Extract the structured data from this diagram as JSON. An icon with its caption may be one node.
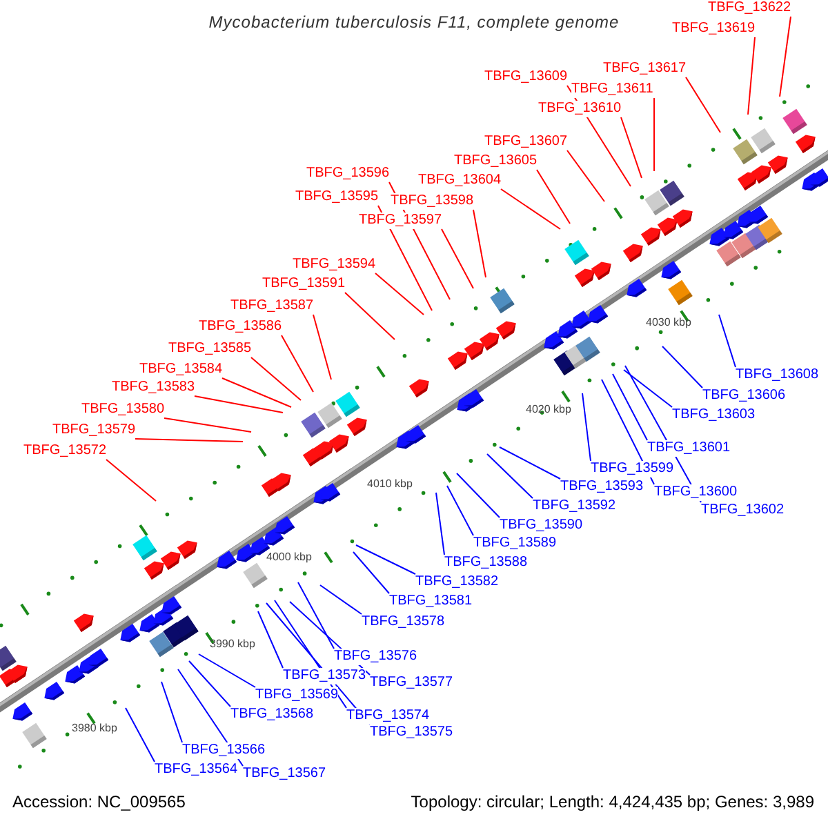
{
  "diagram": {
    "title": "Mycobacterium tuberculosis F11, complete genome",
    "nodes": [
      {
        "text": [
          "TBFG_13622"
        ]
      },
      {
        "text": [
          "TBFG_13619"
        ]
      },
      {
        "text": [
          "TBFG_13617"
        ]
      },
      {
        "text": [
          "TBFG_13609"
        ]
      },
      {
        "text": [
          "TBFG_13611"
        ]
      },
      {
        "text": [
          "TBFG_13610"
        ]
      },
      {
        "text": [
          "TBFG_13607"
        ]
      },
      {
        "text": [
          "TBFG_13605"
        ]
      },
      {
        "text": [
          "TBFG_13604"
        ]
      },
      {
        "text": [
          "TBFG_13596"
        ]
      },
      {
        "text": [
          "TBFG_13595"
        ]
      },
      {
        "text": [
          "TBFG_13598"
        ]
      },
      {
        "text": [
          "TBFG_13597"
        ]
      },
      {
        "text": [
          "TBFG_13594"
        ]
      },
      {
        "text": [
          "TBFG_13591"
        ]
      },
      {
        "text": [
          "TBFG_13587"
        ]
      },
      {
        "text": [
          "TBFG_13586"
        ]
      },
      {
        "text": [
          "TBFG_13585"
        ]
      },
      {
        "text": [
          "TBFG_13584"
        ]
      },
      {
        "text": [
          "TBFG_13583"
        ]
      },
      {
        "text": [
          "TBFG_13580"
        ]
      },
      {
        "text": [
          "TBFG_13579"
        ]
      },
      {
        "text": [
          "TBFG_13572"
        ]
      },
      {
        "text": [
          "TBFG_13608"
        ]
      },
      {
        "text": [
          "TBFG_13606"
        ]
      },
      {
        "text": [
          "TBFG_13603"
        ]
      },
      {
        "text": [
          "TBFG_13601"
        ]
      },
      {
        "text": [
          "TBFG_13599"
        ]
      },
      {
        "text": [
          "TBFG_13593"
        ]
      },
      {
        "text": [
          "TBFG_13600"
        ]
      },
      {
        "text": [
          "TBFG_13592"
        ]
      },
      {
        "text": [
          "TBFG_13602"
        ]
      },
      {
        "text": [
          "TBFG_13590"
        ]
      },
      {
        "text": [
          "TBFG_13589"
        ]
      },
      {
        "text": [
          "TBFG_13588"
        ]
      },
      {
        "text": [
          "TBFG_13582"
        ]
      },
      {
        "text": [
          "TBFG_13581"
        ]
      },
      {
        "text": [
          "TBFG_13578"
        ]
      },
      {
        "text": [
          "TBFG_13576"
        ]
      },
      {
        "text": [
          "TBFG_13577"
        ]
      },
      {
        "text": [
          "TBFG_13573"
        ]
      },
      {
        "text": [
          "TBFG_13569"
        ]
      },
      {
        "text": [
          "TBFG_13574"
        ]
      },
      {
        "text": [
          "TBFG_13568"
        ]
      },
      {
        "text": [
          "TBFG_13575"
        ]
      },
      {
        "text": [
          "TBFG_13566"
        ]
      },
      {
        "text": [
          "TBFG_13564"
        ]
      },
      {
        "text": [
          "TBFG_13567"
        ]
      }
    ],
    "edges": [
      {
        "from": 0,
        "to": null,
        "arrow": "none",
        "color": "#ff0000"
      },
      {
        "from": 1,
        "to": null,
        "arrow": "none",
        "color": "#ff0000"
      },
      {
        "from": 2,
        "to": null,
        "arrow": "none",
        "color": "#ff0000"
      },
      {
        "from": 3,
        "to": null,
        "arrow": "none",
        "color": "#ff0000"
      },
      {
        "from": 4,
        "to": null,
        "arrow": "none",
        "color": "#ff0000"
      },
      {
        "from": 5,
        "to": null,
        "arrow": "none",
        "color": "#ff0000"
      },
      {
        "from": 6,
        "to": null,
        "arrow": "none",
        "color": "#ff0000"
      },
      {
        "from": 7,
        "to": null,
        "arrow": "none",
        "color": "#ff0000"
      },
      {
        "from": 8,
        "to": null,
        "arrow": "none",
        "color": "#ff0000"
      },
      {
        "from": 9,
        "to": null,
        "arrow": "none",
        "color": "#ff0000"
      },
      {
        "from": 10,
        "to": null,
        "arrow": "none",
        "color": "#ff0000"
      },
      {
        "from": 11,
        "to": null,
        "arrow": "none",
        "color": "#ff0000"
      },
      {
        "from": 12,
        "to": null,
        "arrow": "none",
        "color": "#ff0000"
      },
      {
        "from": 13,
        "to": null,
        "arrow": "none",
        "color": "#ff0000"
      },
      {
        "from": 14,
        "to": null,
        "arrow": "none",
        "color": "#ff0000"
      },
      {
        "from": 15,
        "to": null,
        "arrow": "none",
        "color": "#ff0000"
      },
      {
        "from": 16,
        "to": null,
        "arrow": "none",
        "color": "#ff0000"
      },
      {
        "from": 17,
        "to": null,
        "arrow": "none",
        "color": "#ff0000"
      },
      {
        "from": 18,
        "to": null,
        "arrow": "none",
        "color": "#ff0000"
      },
      {
        "from": 19,
        "to": null,
        "arrow": "none",
        "color": "#ff0000"
      },
      {
        "from": 20,
        "to": null,
        "arrow": "none",
        "color": "#ff0000"
      },
      {
        "from": 21,
        "to": null,
        "arrow": "none",
        "color": "#ff0000"
      },
      {
        "from": 22,
        "to": null,
        "arrow": "none",
        "color": "#ff0000"
      },
      {
        "from": 23,
        "to": null,
        "arrow": "none"
      },
      {
        "from": 24,
        "to": null,
        "arrow": "none"
      },
      {
        "from": 25,
        "to": null,
        "arrow": "none"
      },
      {
        "from": 26,
        "to": null,
        "arrow": "none"
      },
      {
        "from": 27,
        "to": null,
        "arrow": "none"
      },
      {
        "from": 28,
        "to": null,
        "arrow": "none"
      },
      {
        "from": 29,
        "to": null,
        "arrow": "none"
      },
      {
        "from": 30,
        "to": null,
        "arrow": "none"
      },
      {
        "from": 31,
        "to": null,
        "arrow": "none"
      },
      {
        "from": 32,
        "to": null,
        "arrow": "none"
      },
      {
        "from": 33,
        "to": null,
        "arrow": "none"
      },
      {
        "from": 34,
        "to": null,
        "arrow": "none"
      },
      {
        "from": 35,
        "to": null,
        "arrow": "none"
      },
      {
        "from": 36,
        "to": null,
        "arrow": "none"
      },
      {
        "from": 37,
        "to": null,
        "arrow": "none"
      },
      {
        "from": 38,
        "to": null,
        "arrow": "none"
      },
      {
        "from": 39,
        "to": null,
        "arrow": "none"
      },
      {
        "from": 40,
        "to": null,
        "arrow": "none"
      },
      {
        "from": 41,
        "to": null,
        "arrow": "none"
      },
      {
        "from": 42,
        "to": null,
        "arrow": "none"
      },
      {
        "from": 43,
        "to": null,
        "arrow": "none"
      },
      {
        "from": 44,
        "to": null,
        "arrow": "none"
      },
      {
        "from": 45,
        "to": null,
        "arrow": "none"
      },
      {
        "from": 46,
        "to": null,
        "arrow": "none"
      },
      {
        "from": 47,
        "to": null,
        "arrow": "none"
      }
    ],
    "labels": [
      "4030 kbp",
      "4020 kbp",
      "4010 kbp",
      "4000 kbp",
      "3990 kbp",
      "3980 kbp",
      "Accession: NC_009565",
      "Topology: circular; Length: 4,424,435 bp; Genes: 3,989"
    ]
  }
}
